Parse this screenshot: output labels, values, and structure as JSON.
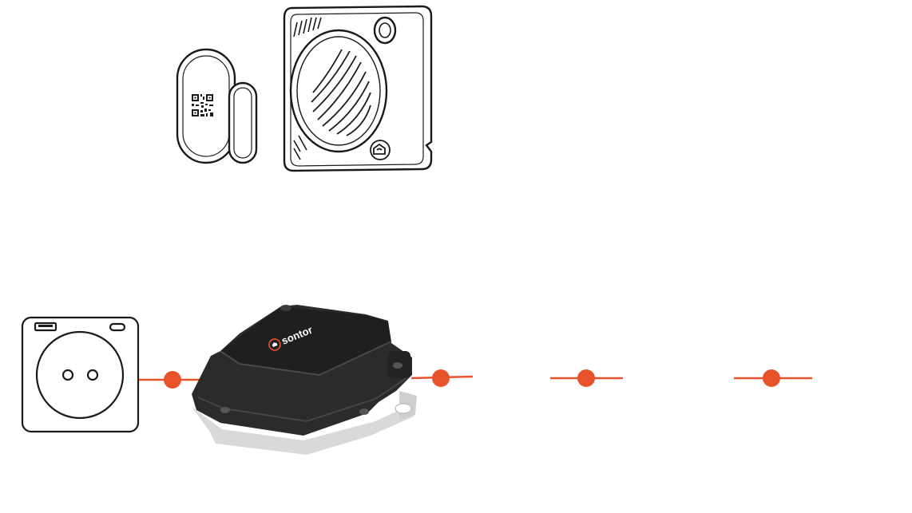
{
  "colors": {
    "accent": "#e8532b",
    "line_art": "#1a1a1a",
    "device_body": "#2b2b2b",
    "device_top": "#1f1f1f",
    "device_base": "#d9d9d9"
  },
  "hub": {
    "brand": "sontor",
    "logo_icon": "house-signal-icon"
  },
  "devices": [
    {
      "id": "door-sensor",
      "icon": "qr-code-icon"
    },
    {
      "id": "speaker-sensor",
      "icon": "house-signal-icon"
    },
    {
      "id": "power-socket"
    },
    {
      "id": "gateway-hub"
    }
  ],
  "connector_count": 4
}
